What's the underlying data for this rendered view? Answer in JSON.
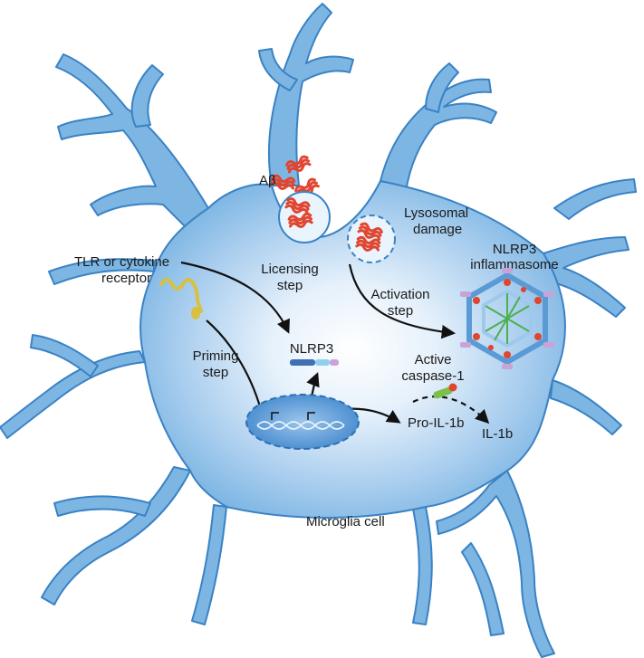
{
  "labels": {
    "abeta": "Aβ",
    "lysosomal_line1": "Lysosomal",
    "lysosomal_line2": "damage",
    "inflammasome_line1": "NLRP3",
    "inflammasome_line2": "inflammasome",
    "tlr_line1": "TLR or cytokine",
    "tlr_line2": "receptor",
    "licensing_line1": "Licensing",
    "licensing_line2": "step",
    "activation_line1": "Activation",
    "activation_line2": "step",
    "priming_line1": "Priming",
    "priming_line2": "step",
    "nlrp3": "NLRP3",
    "active_casp_line1": "Active",
    "active_casp_line2": "caspase-1",
    "pro_il1b": "Pro-IL-1b",
    "il1b": "IL-1b",
    "cell_name": "Microglia cell"
  },
  "colors": {
    "cell_fill": "#7db6e3",
    "cell_core": "#eef6fc",
    "cell_stroke": "#3a82c4",
    "fibril": "#e0452f",
    "arrow": "#111111",
    "nucleus": "#5b9bd5",
    "receptor": "#d8c040",
    "caspase_green": "#7cbf4a",
    "caspase_red": "#e0452f"
  }
}
